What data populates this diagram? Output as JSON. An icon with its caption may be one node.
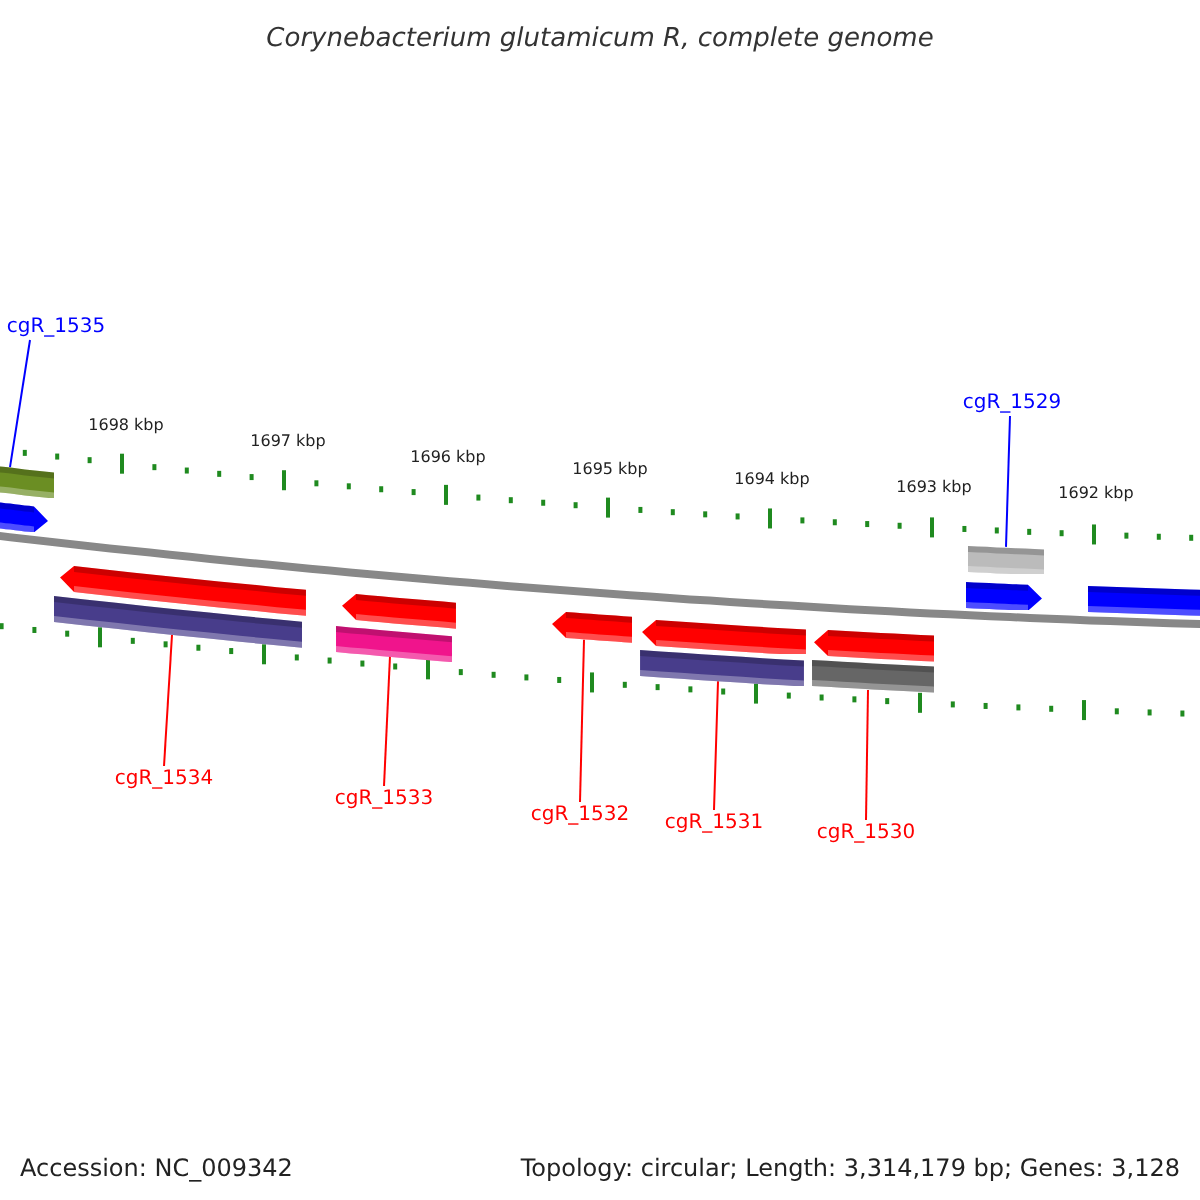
{
  "diagram": {
    "title": "Corynebacterium glutamicum R, complete genome",
    "nodes": [
      {
        "text": [
          "cgR_1535"
        ]
      },
      {
        "text": [
          "cgR_1529"
        ]
      },
      {
        "text": [],
        "shape": "bar"
      },
      {
        "text": [],
        "shape": "bar"
      },
      {
        "text": [],
        "shape": "bar"
      },
      {
        "text": [],
        "shape": "bar"
      },
      {
        "text": [],
        "shape": "bar"
      },
      {
        "text": [],
        "shape": "bar"
      },
      {
        "text": [],
        "shape": "bar"
      },
      {
        "text": [],
        "shape": "bar"
      },
      {
        "text": [],
        "shape": "bar"
      },
      {
        "text": [],
        "shape": "bar"
      },
      {
        "text": [],
        "shape": "bar"
      },
      {
        "text": [],
        "shape": "bar"
      },
      {
        "text": [],
        "shape": "bar"
      },
      {
        "text": [],
        "shape": "bar"
      },
      {
        "text": [
          "cgR_1534"
        ]
      },
      {
        "text": [
          "cgR_1533"
        ]
      },
      {
        "text": [
          "cgR_1532"
        ]
      },
      {
        "text": [
          "cgR_1531"
        ]
      },
      {
        "text": [
          "cgR_1530"
        ]
      }
    ],
    "edges": [
      {
        "from": 0,
        "to": 2,
        "arrow": "none",
        "color": "#0000ff"
      },
      {
        "from": 1,
        "to": 13,
        "arrow": "none",
        "color": "#0000ff"
      },
      {
        "from": 16,
        "to": 5,
        "arrow": "none"
      },
      {
        "from": 17,
        "to": 7,
        "arrow": "none"
      },
      {
        "from": 18,
        "to": 8,
        "arrow": "none"
      },
      {
        "from": 19,
        "to": 10,
        "arrow": "none"
      },
      {
        "from": 20,
        "to": 12,
        "arrow": "none"
      }
    ],
    "labels": [
      "1698 kbp",
      "1697 kbp",
      "1696 kbp",
      "1695 kbp",
      "1694 kbp",
      "1693 kbp",
      "1692 kbp",
      "Accession: NC_009342",
      "Topology: circular; Length: 3,314,179 bp; Genes: 3,128"
    ]
  }
}
